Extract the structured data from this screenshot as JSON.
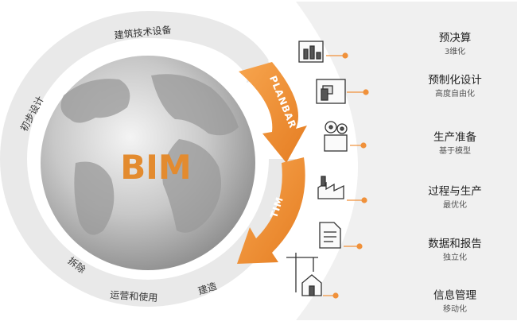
{
  "center": {
    "label": "BIM"
  },
  "ring_labels": {
    "top": "建筑技术设备",
    "left": "初步设计",
    "bottom_left": "拆除",
    "bottom": "运营和使用",
    "bottom_right": "建造"
  },
  "arrows": {
    "upper": "PLANBAR",
    "lower": "TIM"
  },
  "steps": [
    {
      "title": "预决算",
      "subtitle": "3维化",
      "icon": "chart-cube-icon"
    },
    {
      "title": "预制化设计",
      "subtitle": "高度自由化",
      "icon": "precast-wall-icon"
    },
    {
      "title": "生产准备",
      "subtitle": "基于模型",
      "icon": "gears-box-icon"
    },
    {
      "title": "过程与生产",
      "subtitle": "最优化",
      "icon": "factory-icon"
    },
    {
      "title": "数据和报告",
      "subtitle": "独立化",
      "icon": "document-icon"
    },
    {
      "title": "信息管理",
      "subtitle": "移动化",
      "icon": "crane-house-icon"
    }
  ],
  "colors": {
    "accent": "#f0913a",
    "ring": "#e6e6e6",
    "globe": "#c9c9c9"
  }
}
